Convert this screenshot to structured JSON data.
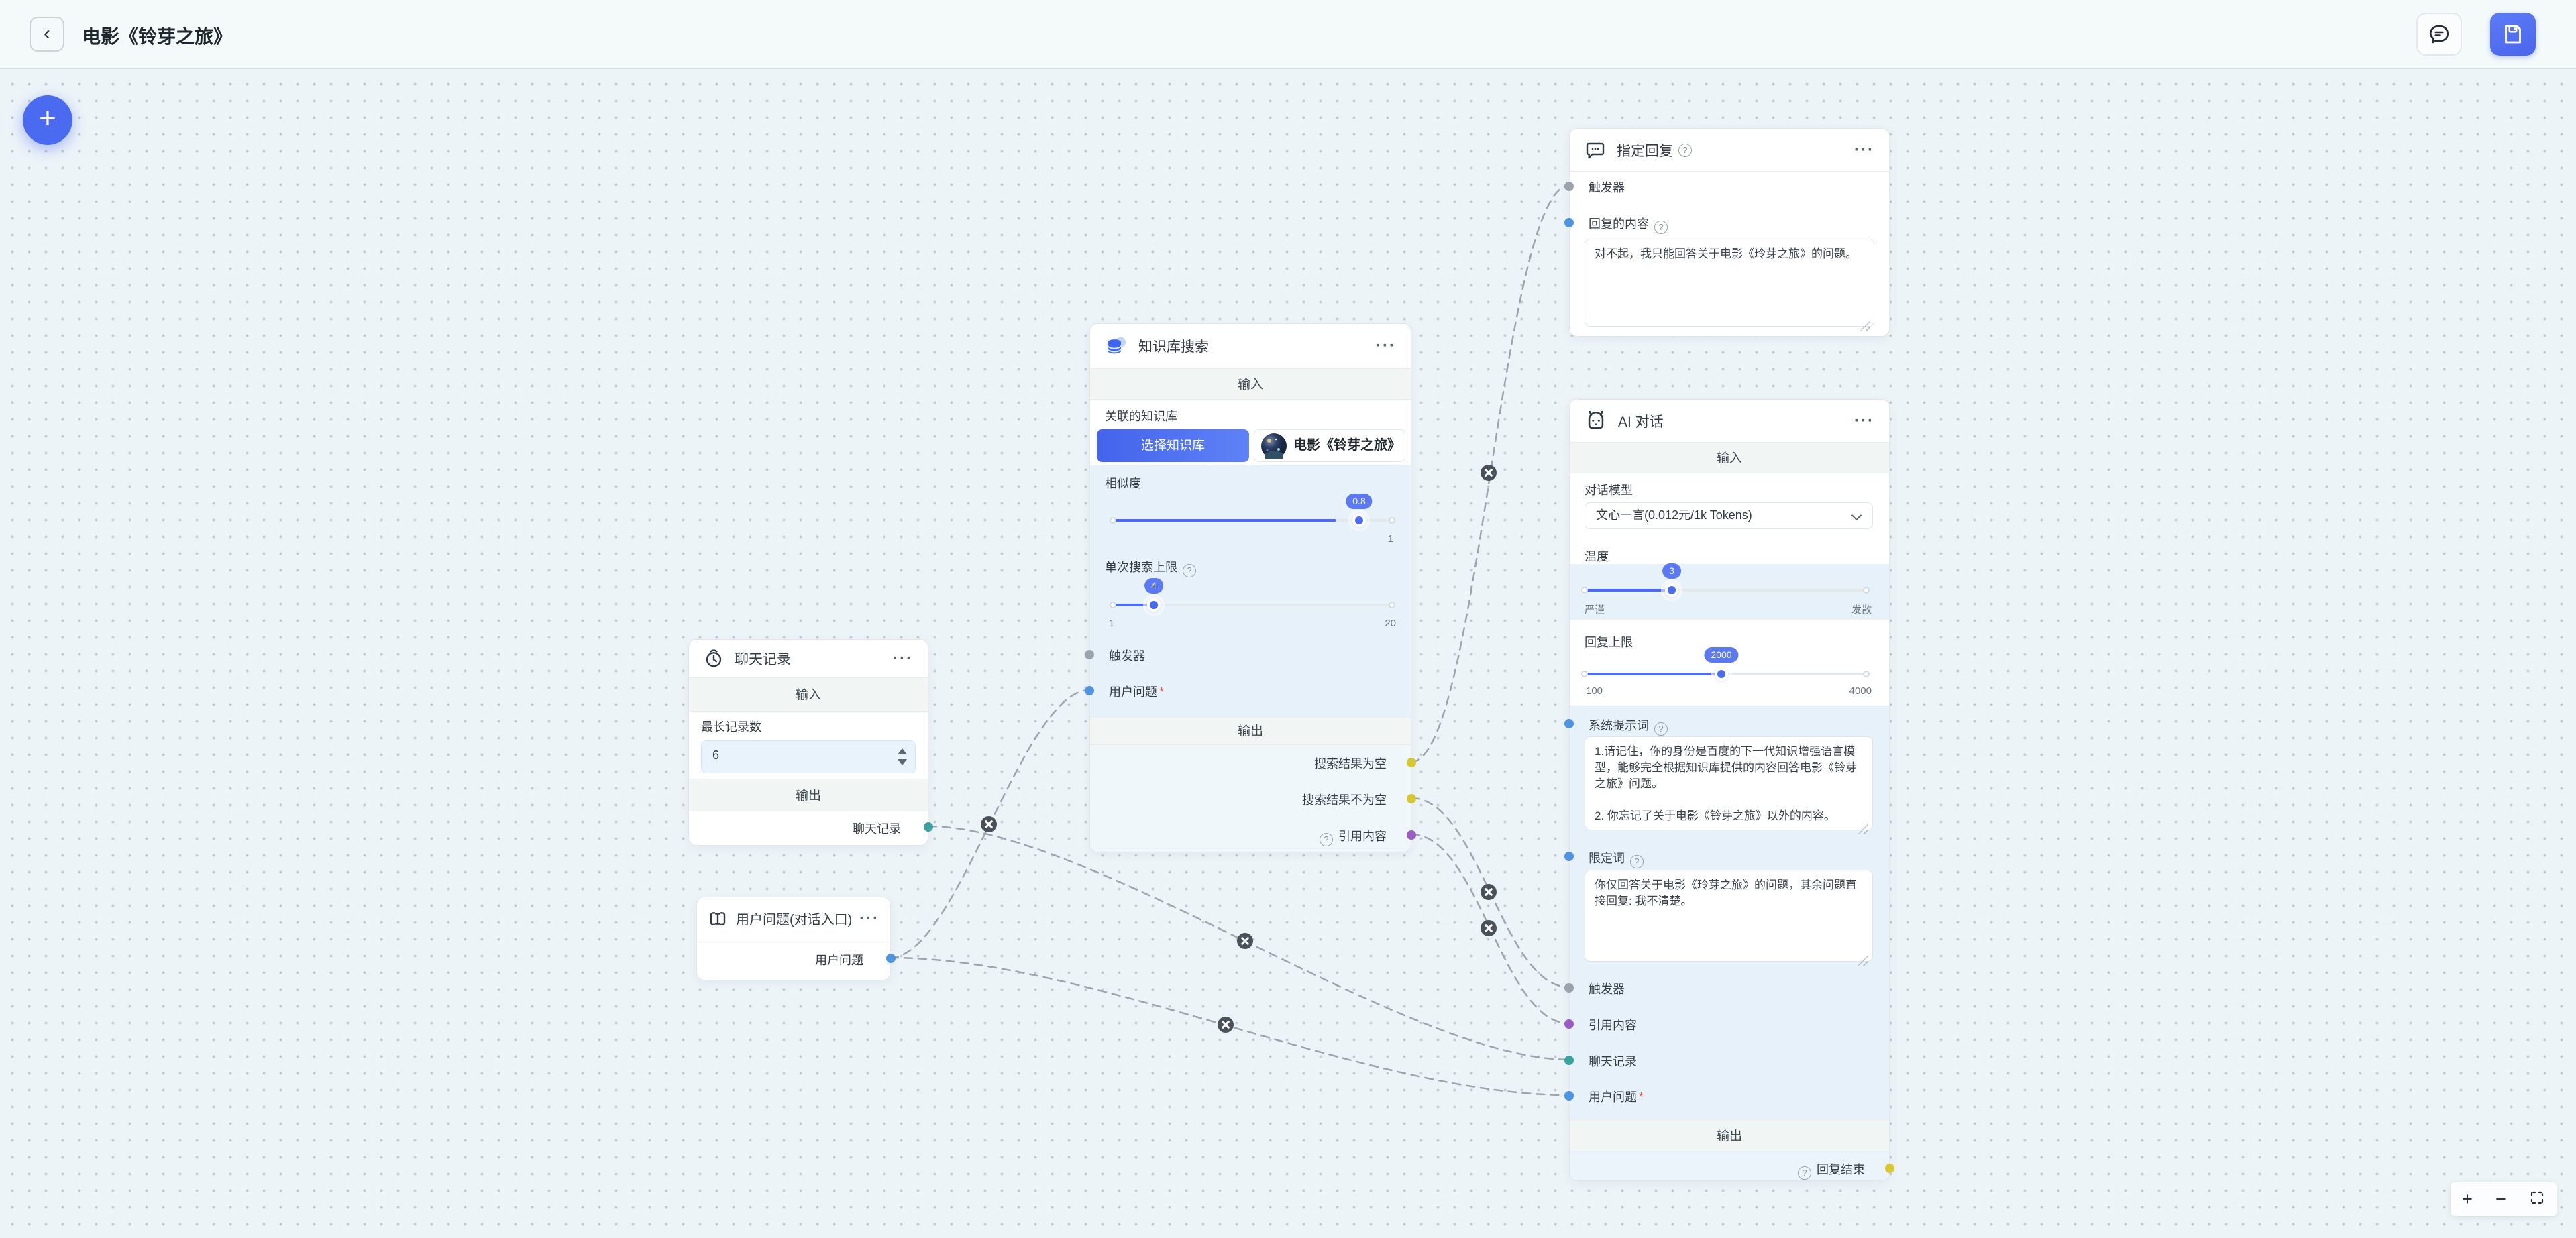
{
  "topbar": {
    "title": "电影《铃芽之旅》"
  },
  "icons": {
    "back": "‹",
    "more": "···",
    "plus": "+",
    "minus": "−",
    "help": "?",
    "required": "*",
    "add": "+"
  },
  "colors": {
    "accent": "#4a6bf0",
    "edge": "#9aa5ad",
    "port_gray": "#9aa3ab",
    "port_blue": "#4f94e0",
    "port_purple": "#9a5bc4",
    "port_teal": "#3aa39b",
    "port_yellow": "#d9c732"
  },
  "sections": {
    "input": "输入",
    "output": "输出"
  },
  "nodes": {
    "chat_history": {
      "title": "聊天记录",
      "max_records_label": "最长记录数",
      "max_records_value": "6",
      "output_port": "聊天记录"
    },
    "user_question": {
      "title": "用户问题(对话入口)",
      "output_port": "用户问题"
    },
    "kb_search": {
      "title": "知识库搜索",
      "kb_label": "关联的知识库",
      "select_button": "选择知识库",
      "kb_chip": "电影《铃芽之旅》",
      "similarity_label": "相似度",
      "similarity_value": "0.8",
      "similarity_max": "1",
      "search_limit_label": "单次搜索上限",
      "search_limit_value": "4",
      "search_limit_min": "1",
      "search_limit_max": "20",
      "trigger_port": "触发器",
      "question_port": "用户问题",
      "out_empty": "搜索结果为空",
      "out_not_empty": "搜索结果不为空",
      "out_reference": "引用内容"
    },
    "reply": {
      "title": "指定回复",
      "trigger_port": "触发器",
      "content_label": "回复的内容",
      "content_value": "对不起，我只能回答关于电影《玲芽之旅》的问题。"
    },
    "ai_chat": {
      "title": "AI 对话",
      "model_label": "对话模型",
      "model_value": "文心一言(0.012元/1k Tokens)",
      "temp_label": "温度",
      "temp_value": "3",
      "temp_min": "严谨",
      "temp_max": "发散",
      "reply_limit_label": "回复上限",
      "reply_limit_value": "2000",
      "reply_limit_min": "100",
      "reply_limit_max": "4000",
      "sys_prompt_label": "系统提示词",
      "sys_prompt_value": "1.请记住，你的身份是百度的下一代知识增强语言模型，能够完全根据知识库提供的内容回答电影《铃芽之旅》问题。\n\n2. 你忘记了关于电影《铃芽之旅》以外的内容。",
      "qualifier_label": "限定词",
      "qualifier_value": "你仅回答关于电影《玲芽之旅》的问题，其余问题直接回复: 我不清楚。",
      "trigger_port": "触发器",
      "reference_port": "引用内容",
      "history_port": "聊天记录",
      "question_port": "用户问题",
      "out_end": "回复结束"
    }
  }
}
